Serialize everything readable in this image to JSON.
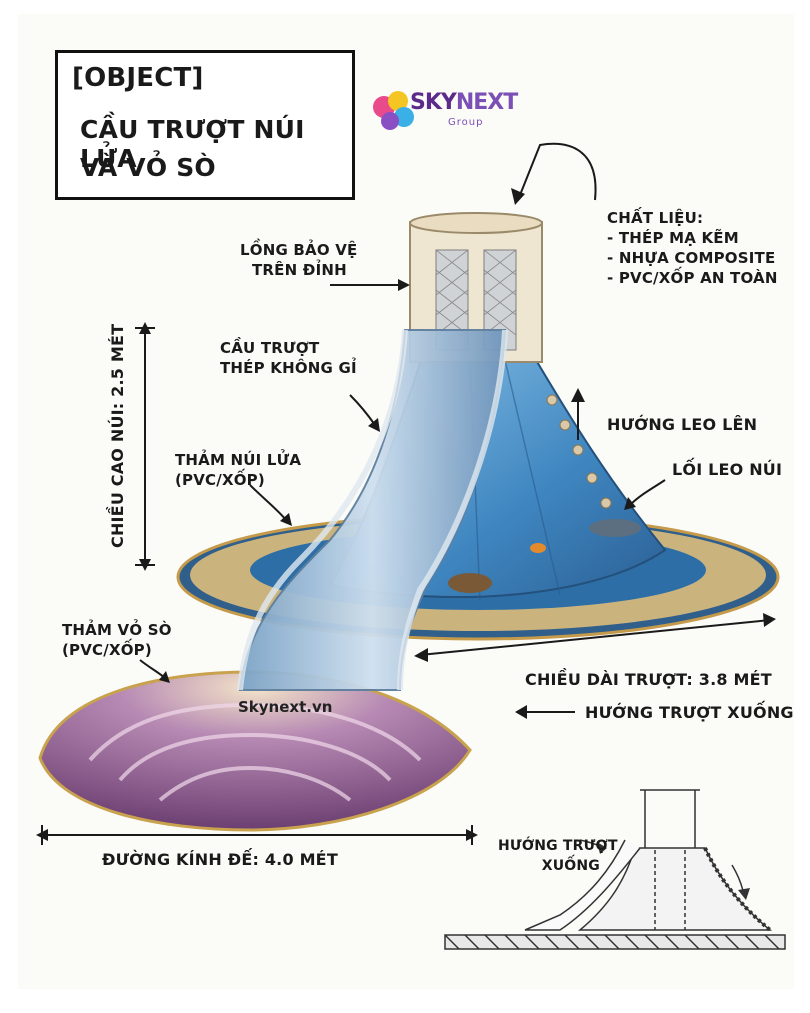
{
  "title": {
    "tag": "[OBJECT]",
    "line1": "CẦU TRƯỢT NÚI LỬA",
    "line2": "VÀ VỎ SÒ"
  },
  "logo": {
    "sky": "SKY",
    "next": "NEXT",
    "group": "Group"
  },
  "labels": {
    "cage_line1": "LỒNG BẢO VỆ",
    "cage_line2": "TRÊN ĐỈNH",
    "material_title": "CHẤT LIỆU:",
    "material_1": "- THÉP MẠ KẼM",
    "material_2": "- NHỰA COMPOSITE",
    "material_3": "- PVC/XỐP AN TOÀN",
    "slide_line1": "CẦU TRƯỢT",
    "slide_line2": "THÉP KHÔNG GỈ",
    "height": "CHIỀU CAO NÚI: 2.5 MÉT",
    "volcano_mat_line1": "THẢM NÚI LỬA",
    "volcano_mat_line2": "(PVC/XỐP)",
    "climb_dir": "HƯỚNG LEO LÊN",
    "climb_path": "LỐI LEO NÚI",
    "shell_mat_line1": "THẢM VỎ SÒ",
    "shell_mat_line2": "(PVC/XỐP)",
    "slide_length": "CHIỀU DÀI TRƯỢT: 3.8 MÉT",
    "slide_dir": "HƯỚNG TRƯỢT XUỐNG",
    "watermark": "Skynext.vn",
    "diameter": "ĐƯỜNG KÍNH ĐẾ: 4.0 MÉT",
    "inset_dir_line1": "HƯỚNG TRƯỢT",
    "inset_dir_line2": "XUỐNG"
  },
  "colors": {
    "water": "#5fa8d8",
    "water_dark": "#3a7fb8",
    "mat_rim": "#e8c77a",
    "shell": "#8c5a8a",
    "shell_light": "#d6b0cf",
    "slide": "#a9c4de",
    "frame": "#e9dcc0"
  }
}
